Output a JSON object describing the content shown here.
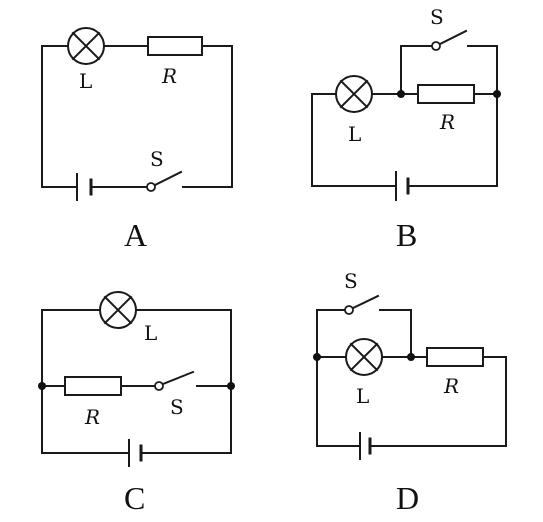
{
  "diagrams": [
    {
      "caption": "A",
      "lamp_label": "L",
      "resistor_label": "R",
      "switch_label": "S"
    },
    {
      "caption": "B",
      "lamp_label": "L",
      "resistor_label": "R",
      "switch_label": "S"
    },
    {
      "caption": "C",
      "lamp_label": "L",
      "resistor_label": "R",
      "switch_label": "S"
    },
    {
      "caption": "D",
      "lamp_label": "L",
      "resistor_label": "R",
      "switch_label": "S"
    }
  ],
  "colors": {
    "line": "#1a1a1a",
    "background": "#ffffff"
  }
}
